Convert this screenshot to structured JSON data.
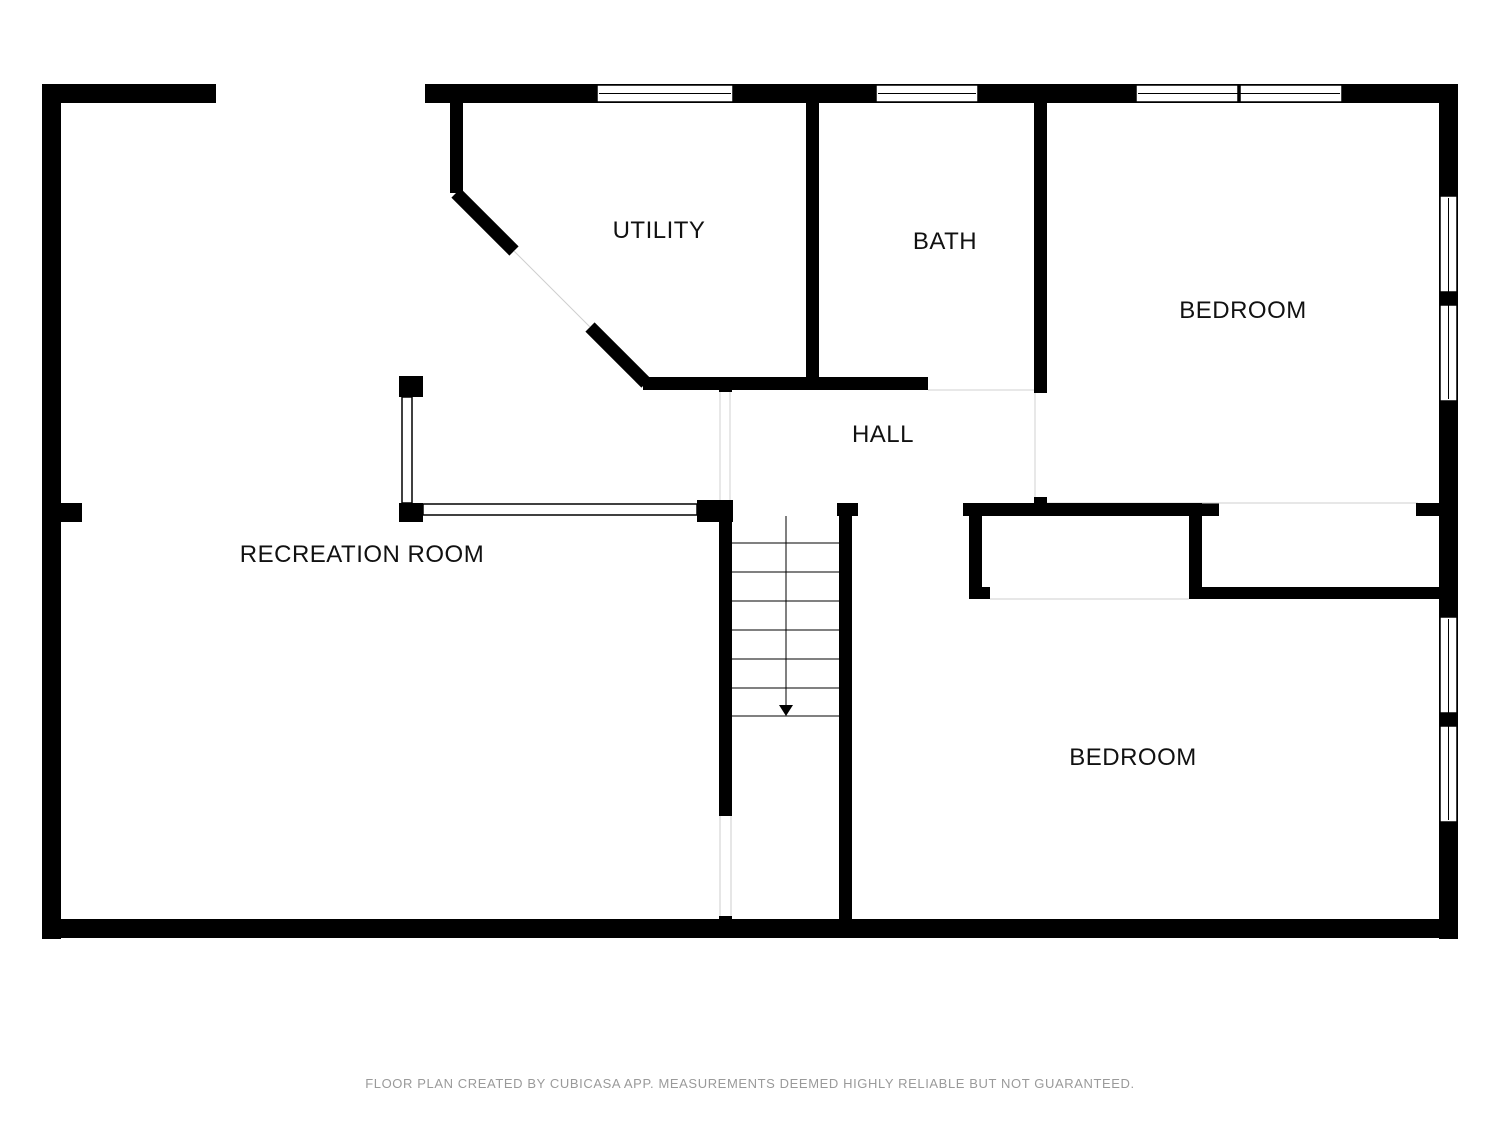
{
  "rooms": {
    "utility": "UTILITY",
    "bath": "BATH",
    "bedroom_upper": "BEDROOM",
    "hall": "HALL",
    "recreation_room": "RECREATION ROOM",
    "bedroom_lower": "BEDROOM"
  },
  "footer": "FLOOR PLAN CREATED BY CUBICASA APP. MEASUREMENTS DEEMED HIGHLY RELIABLE BUT NOT GUARANTEED.",
  "colors": {
    "wall": "#000000",
    "background": "#ffffff",
    "footer_text": "#9a9a9a"
  },
  "icons": {
    "stair_direction": "down-arrow-icon"
  }
}
